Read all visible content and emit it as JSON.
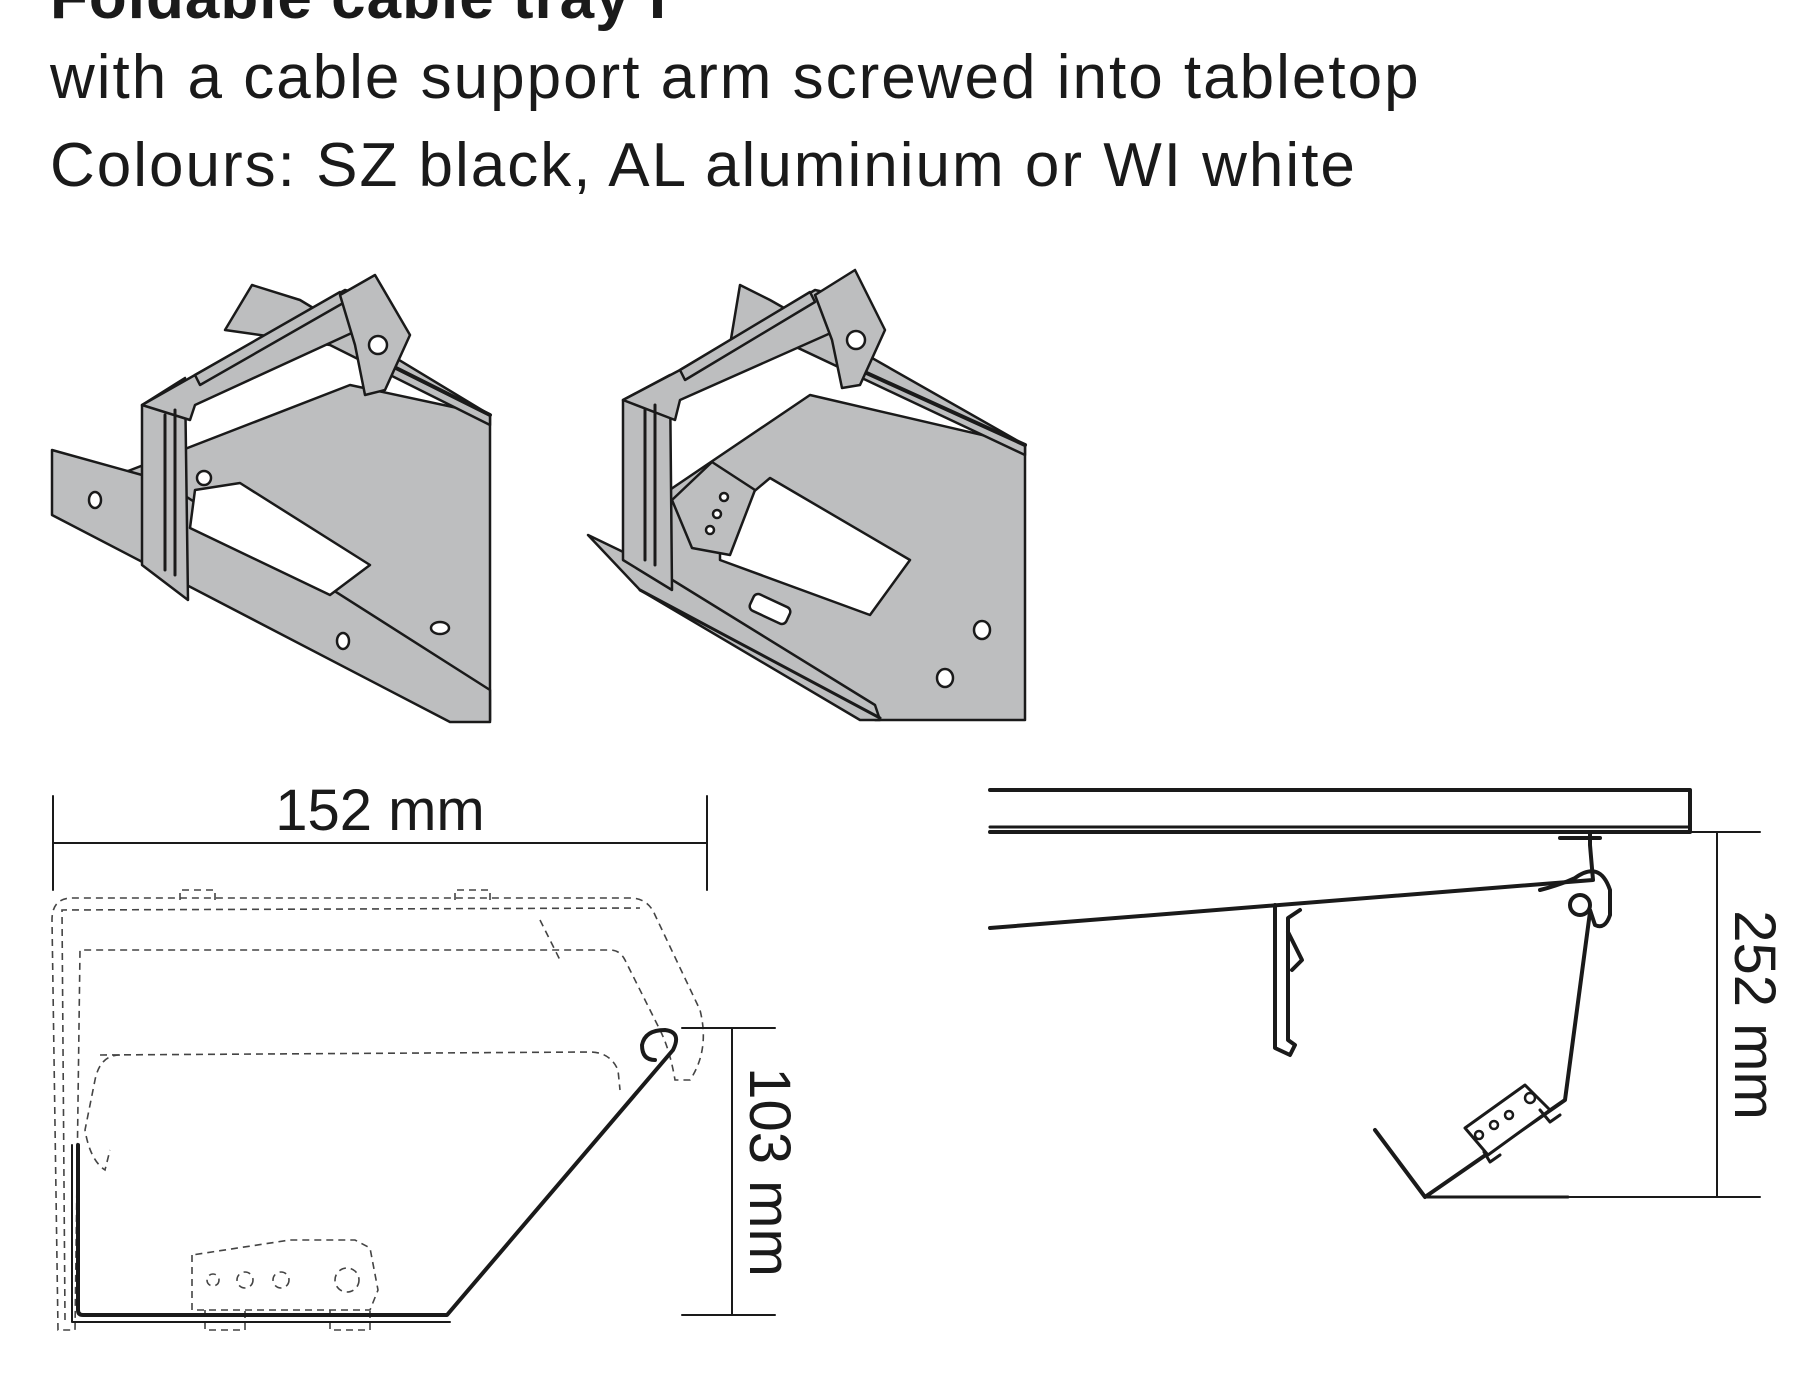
{
  "header": {
    "title": "Foldable cable tray I",
    "line1": "with a cable support arm screwed into tabletop",
    "line2": "Colours: SZ black, AL aluminium or WI white"
  },
  "dimensions": {
    "width": "152 mm",
    "height": "103 mm",
    "total_height": "252 mm"
  }
}
